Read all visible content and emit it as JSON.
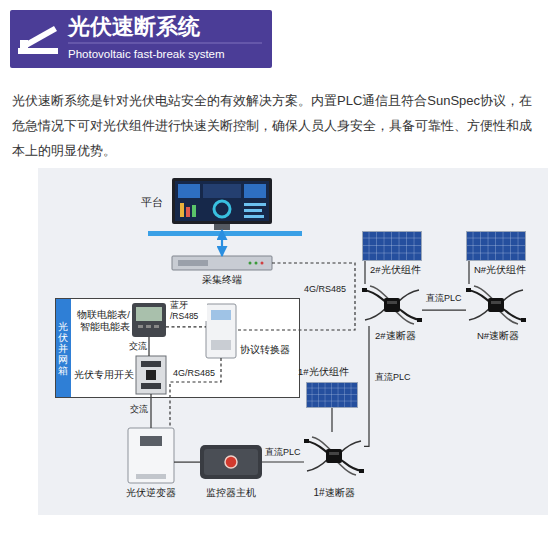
{
  "diagram": {
    "title": "光伏速断系统",
    "nodes": [
      {
        "text": [
          "平台"
        ]
      },
      {
        "text": [
          "采集终端"
        ]
      },
      {
        "text": [
          "光伏并网箱"
        ]
      },
      {
        "text": [
          "物联电能表/ 智能电能表"
        ],
        "in": 2
      },
      {
        "text": [
          "光伏专用开关"
        ],
        "in": 2
      },
      {
        "text": [
          "协议转换器"
        ],
        "in": 2
      },
      {
        "text": [
          "2#光伏组件"
        ]
      },
      {
        "text": [
          "N#光伏组件"
        ]
      },
      {
        "text": [
          "2#速断器"
        ]
      },
      {
        "text": [
          "N#速断器"
        ]
      },
      {
        "text": [
          "1#光伏组件"
        ]
      },
      {
        "text": [
          "光伏逆变器"
        ]
      },
      {
        "text": [
          "监控器主机"
        ]
      },
      {
        "text": [
          "1#速断器"
        ]
      }
    ],
    "edges": [
      {
        "from": 0,
        "to": 1,
        "arrow": "both"
      },
      {
        "from": 1,
        "to": 5,
        "label": "4G/RS485",
        "arrow": "none"
      },
      {
        "from": 3,
        "to": 5,
        "label": "蓝牙 /RS485",
        "arrow": "none"
      },
      {
        "from": 3,
        "to": 4,
        "label": "交流",
        "arrow": "none"
      },
      {
        "from": 4,
        "to": 11,
        "label": "交流",
        "arrow": "none"
      },
      {
        "from": 5,
        "to": 11,
        "label": "4G/RS485",
        "arrow": "none"
      },
      {
        "from": 11,
        "to": 12,
        "arrow": "none"
      },
      {
        "from": 12,
        "to": 13,
        "label": "直流PLC",
        "arrow": "none"
      },
      {
        "from": 13,
        "to": 8,
        "label": "直流PLC",
        "arrow": "none"
      },
      {
        "from": 8,
        "to": 9,
        "label": "直流PLC",
        "arrow": "none"
      },
      {
        "from": 10,
        "to": 13,
        "arrow": "none"
      },
      {
        "from": 6,
        "to": 8,
        "arrow": "none"
      },
      {
        "from": 7,
        "to": 9,
        "arrow": "none"
      }
    ],
    "labels": [
      "Photovoltaic fast-break system",
      "光伏速断系统是针对光伏电站安全的有效解决方案。内置PLC通信且符合SunSpec协议，在危急情况下可对光伏组件进行快速关断控制，确保人员人身安全，具备可靠性、方便性和成本上的明显优势。"
    ]
  }
}
